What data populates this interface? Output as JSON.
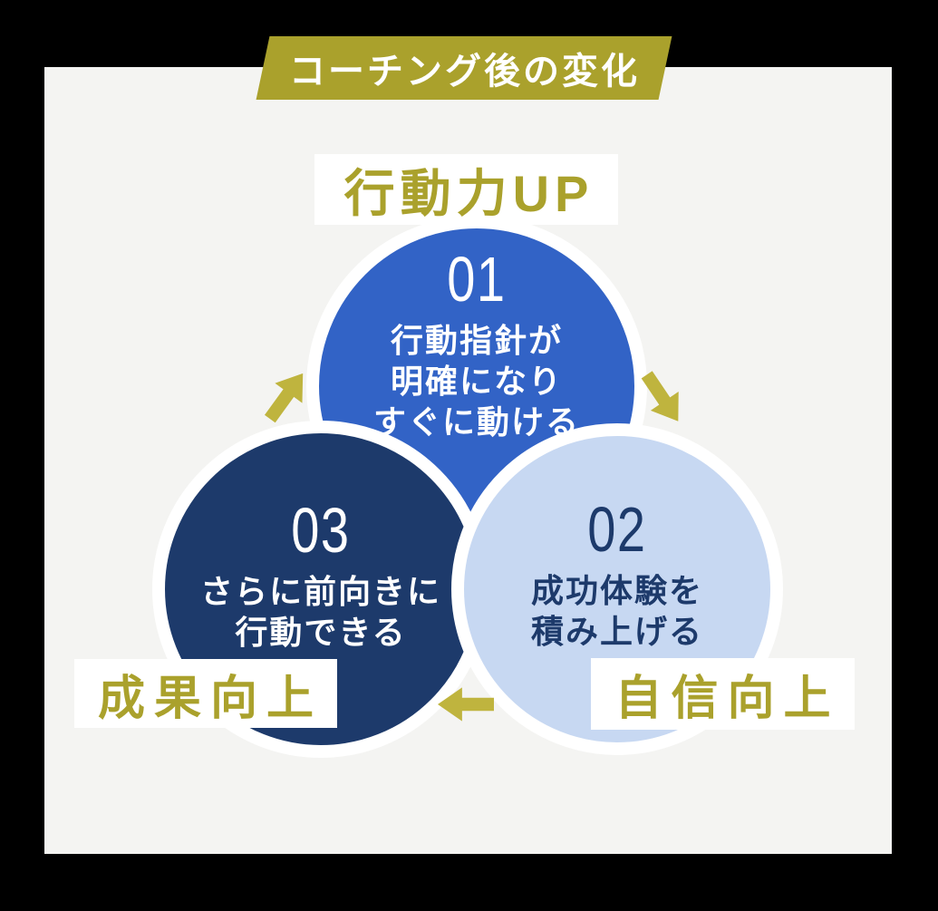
{
  "banner": {
    "title": "コーチング後の変化"
  },
  "colors": {
    "outer_bg": "#000000",
    "panel_bg": "#f4f4f2",
    "olive": "#aaa12c",
    "arrow": "#bfb43e",
    "blue": "#3263c6",
    "navy": "#1d3a6b",
    "light_blue": "#c7d8f2"
  },
  "cycle": {
    "steps": [
      {
        "number": "01",
        "label": "行動力UP",
        "lines": [
          "行動指針が",
          "明確になり",
          "すぐに動ける"
        ]
      },
      {
        "number": "02",
        "label": "自信向上",
        "lines": [
          "成功体験を",
          "積み上げる"
        ]
      },
      {
        "number": "03",
        "label": "成果向上",
        "lines": [
          "さらに前向きに",
          "行動できる"
        ]
      }
    ],
    "arrows": [
      {
        "name": "arrow-01-to-02",
        "direction": "down-right"
      },
      {
        "name": "arrow-02-to-03",
        "direction": "left"
      },
      {
        "name": "arrow-03-to-01",
        "direction": "up-right"
      }
    ]
  }
}
